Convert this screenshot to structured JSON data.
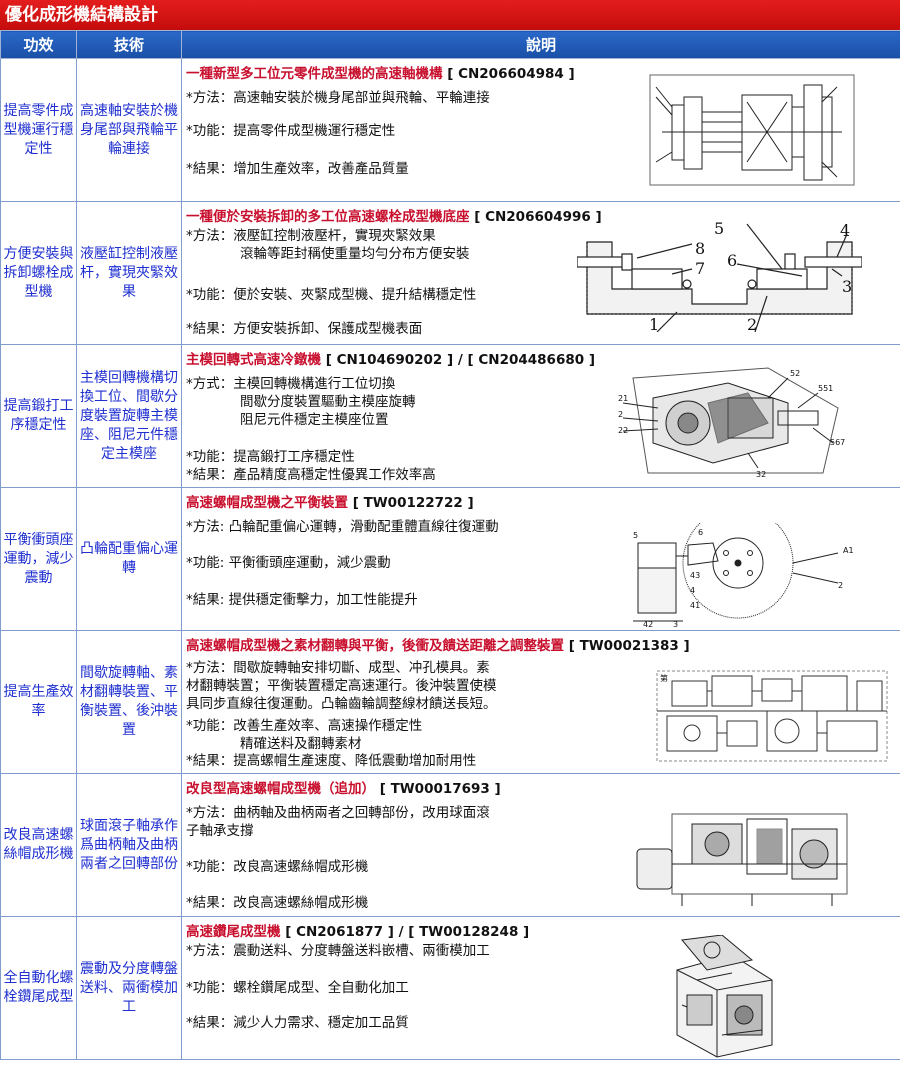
{
  "page_title": "優化成形機結構設計",
  "headers": {
    "function": "功效",
    "technique": "技術",
    "description": "說明"
  },
  "rows": [
    {
      "function": "提高零件成型機運行穩定性",
      "technique": "高速軸安裝於機身尾部與飛輪平輪連接",
      "title": "一種新型多工位元零件成型機的高速軸機構",
      "code": "[ CN206604984 ]",
      "method": [
        "*方法：高速軸安裝於機身尾部並與飛輪、平輪連接"
      ],
      "function_text": [
        "*功能：提高零件成型機運行穩定性"
      ],
      "result": [
        "*結果：增加生產效率，改善產品質量"
      ],
      "figure": "shaft-mechanism-diagram"
    },
    {
      "function": "方便安裝與拆卸螺栓成型機",
      "technique": "液壓缸控制液壓杆，實現夾緊效果",
      "title": "一種便於安裝拆卸的多工位高速螺栓成型機底座",
      "code": "[ CN206604996 ]",
      "method": [
        "*方法：液壓缸控制液壓杆，實現夾緊效果",
        "　　　　滾輪等距封稱使重量均勻分布方便安裝"
      ],
      "function_text": [
        "*功能：便於安裝、夾緊成型機、提升結構穩定性"
      ],
      "result": [
        "*結果：方便安裝拆卸、保護成型機表面"
      ],
      "figure": "base-clamp-diagram",
      "figure_labels": [
        "4",
        "5",
        "8",
        "6",
        "7",
        "3",
        "1",
        "2"
      ]
    },
    {
      "function": "提高鍛打工序穩定性",
      "technique": "主模回轉機構切換工位、間歇分度裝置旋轉主模座、阻尼元件穩定主模座",
      "title": "主模回轉式高速冷鐓機",
      "code": "[ CN104690202 ] / [ CN204486680 ]",
      "method": [
        "*方式：主模回轉機構進行工位切換",
        "　　　　間歇分度裝置驅動主模座旋轉",
        "　　　　阻尼元件穩定主模座位置"
      ],
      "function_text": [
        "*功能：提高鍛打工序穩定性"
      ],
      "result": [
        "*結果：產品精度高穩定性優異工作效率高"
      ],
      "figure": "rotary-die-machine-diagram"
    },
    {
      "function": "平衡衝頭座運動，減少震動",
      "technique": "凸輪配重偏心運轉",
      "title": "高速螺帽成型機之平衡裝置",
      "code": "[ TW00122722 ]",
      "method": [
        "*方法: 凸輪配重偏心運轉，滑動配重體直線往復運動"
      ],
      "function_text": [
        "*功能: 平衡衝頭座運動，減少震動"
      ],
      "result": [
        "*結果: 提供穩定衝擊力，加工性能提升"
      ],
      "figure": "cam-balance-diagram"
    },
    {
      "function": "提高生產效率",
      "technique": "間歇旋轉軸、素材翻轉裝置、平衡裝置、後沖裝置",
      "title": "高速螺帽成型機之素材翻轉與平衡，後衝及饋送距離之調整裝置",
      "code": "[ TW00021383 ]",
      "method": [
        "*方法：間歇旋轉軸安排切斷、成型、冲孔模具。素",
        "材翻轉裝置；平衡裝置穩定高速運行。後沖裝置使模",
        "具同步直線往復運動。凸輪齒輪調整線材饋送長短。"
      ],
      "function_text": [
        "*功能：改善生產效率、高速操作穩定性",
        "　　　　精確送料及翻轉素材"
      ],
      "result": [
        "*結果：提高螺帽生產速度、降低震動增加耐用性"
      ],
      "figure": "nut-former-layout-diagram"
    },
    {
      "function": "改良高速螺絲帽成形機",
      "technique": "球面滾子軸承作爲曲柄軸及曲柄兩者之回轉部份",
      "title": "改良型高速螺帽成型機（追加）",
      "code": "[ TW00017693 ]",
      "method": [
        "*方法：曲柄軸及曲柄兩者之回轉部份，改用球面滾",
        "子軸承支撐"
      ],
      "function_text": [
        "*功能：改良高速螺絲帽成形機"
      ],
      "result": [
        "*結果：改良高速螺絲帽成形機"
      ],
      "figure": "crankshaft-bearing-diagram"
    },
    {
      "function": "全自動化螺栓鑽尾成型",
      "technique": "震動及分度轉盤送料、兩衝模加工",
      "title": "高速鑽尾成型機",
      "code": "[ CN2061877 ] / [ TW00128248 ]",
      "method": [
        "*方法：震動送料、分度轉盤送料嵌槽、兩衝模加工"
      ],
      "function_text": [
        "*功能：螺栓鑽尾成型、全自動化加工"
      ],
      "result": [
        "*結果：減少人力需求、穩定加工品質"
      ],
      "figure": "drill-tail-machine-diagram"
    }
  ]
}
